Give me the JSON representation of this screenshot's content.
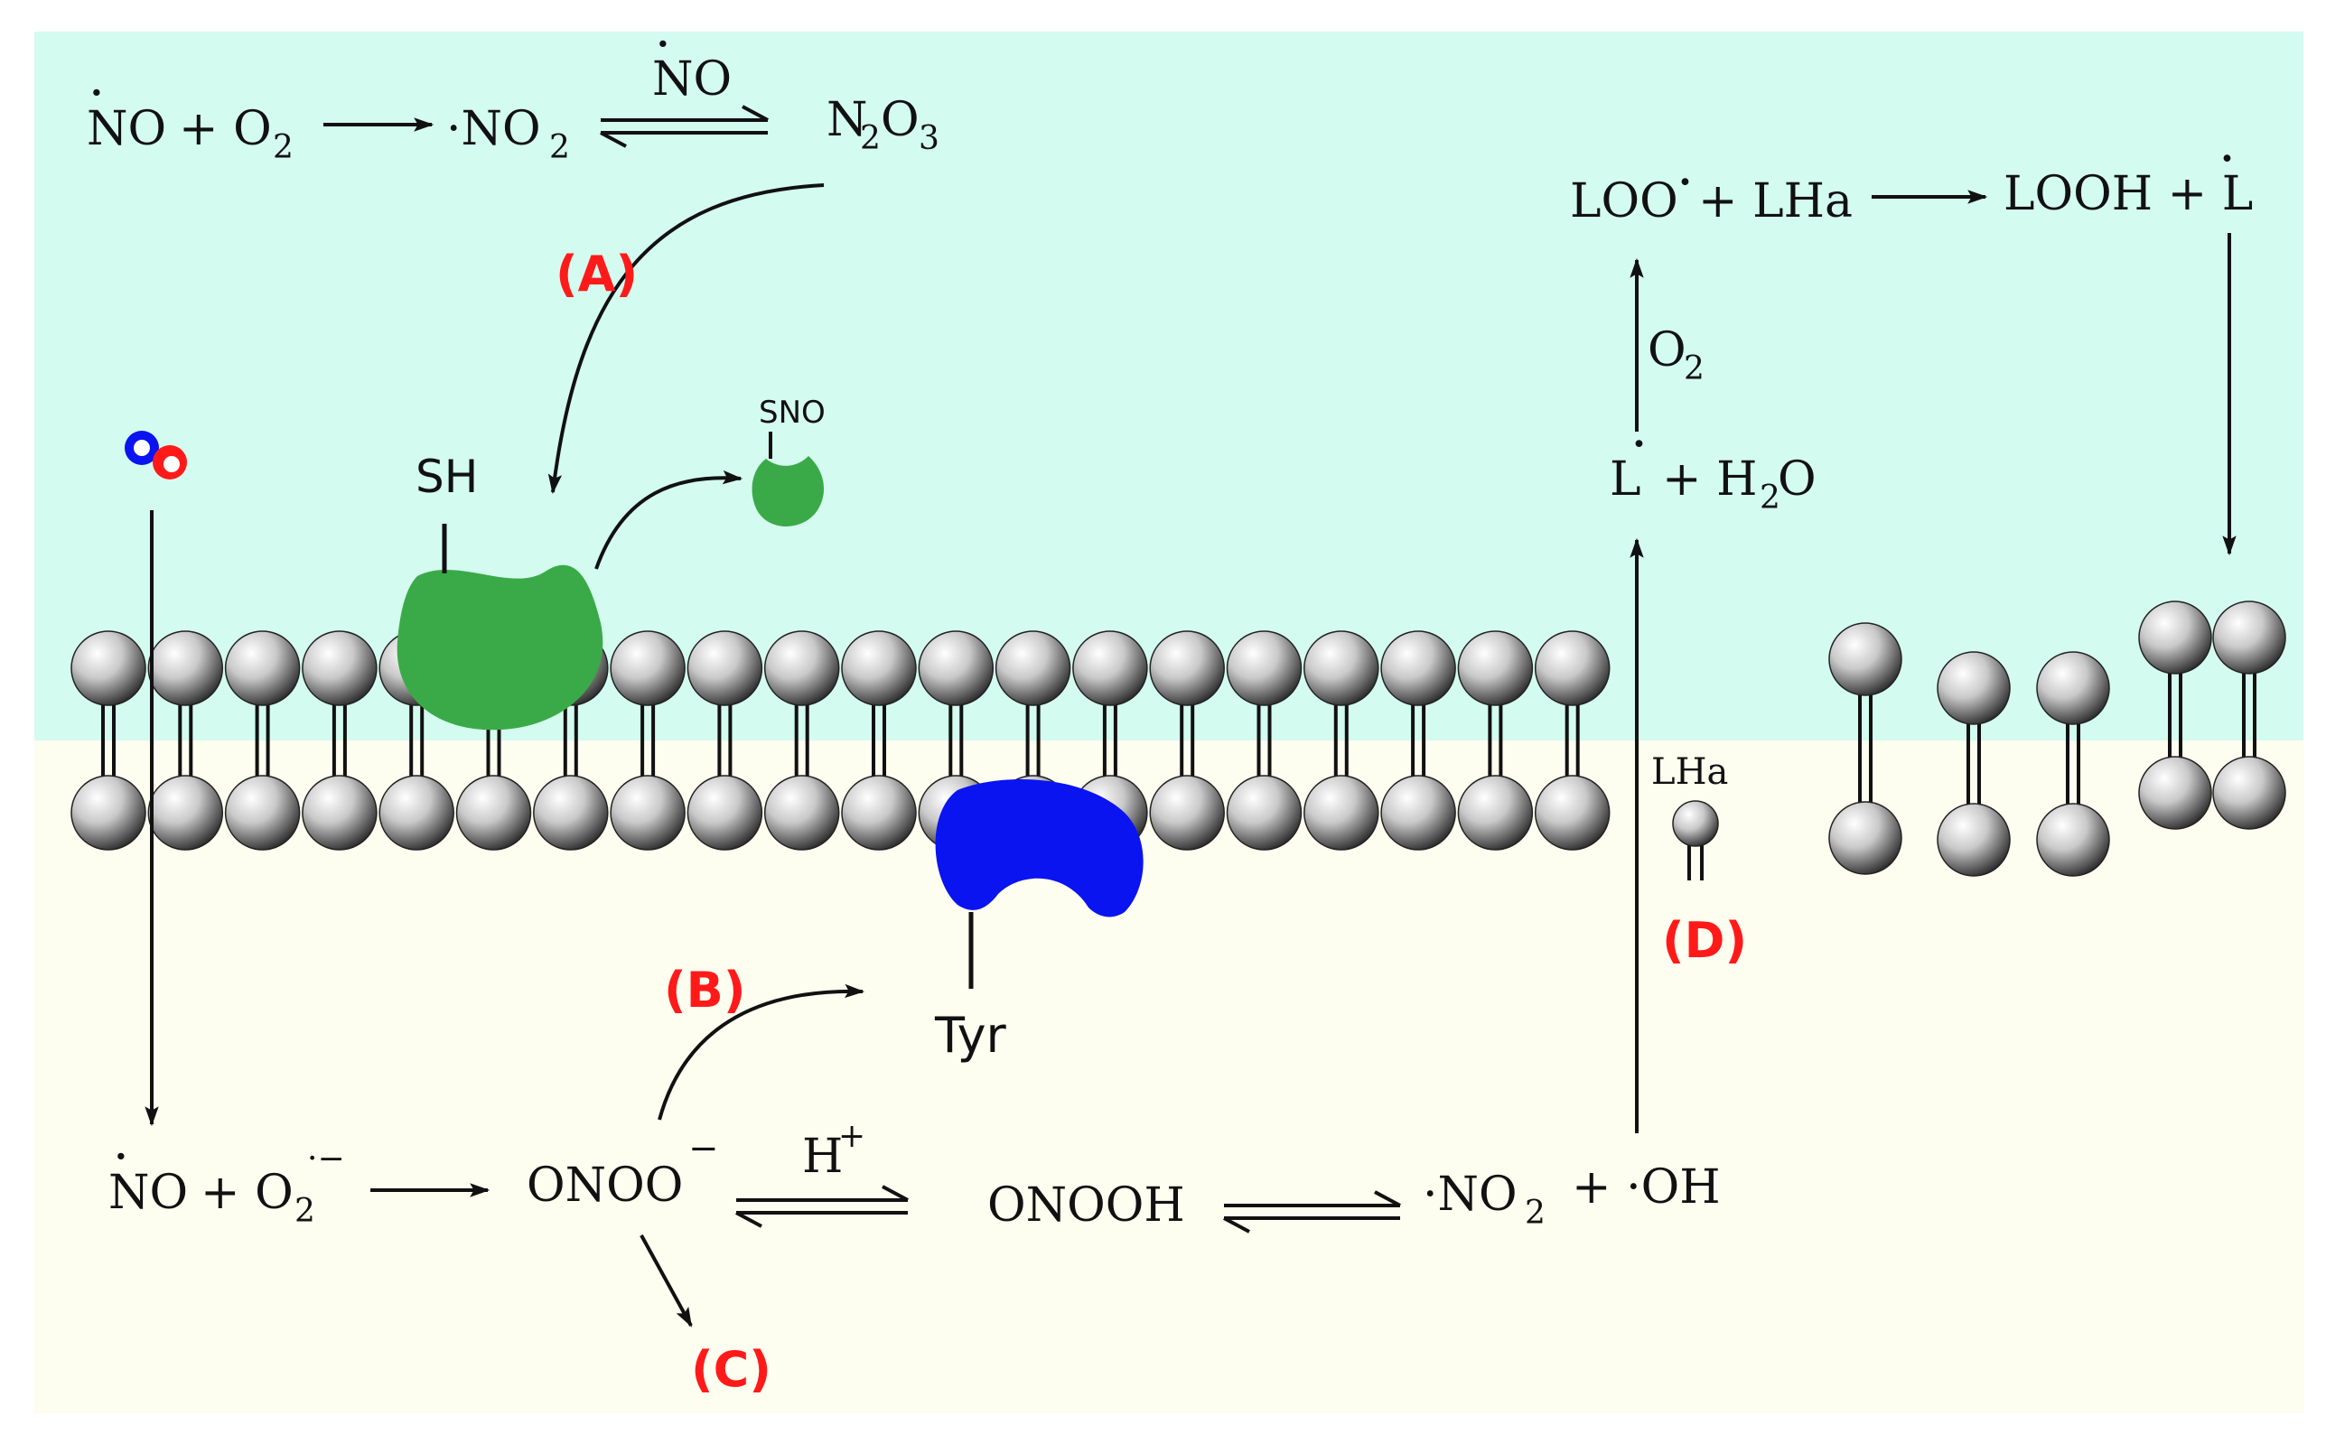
{
  "colors": {
    "extracellular": "#d4fbef",
    "intracellular": "#fdfdf0",
    "red_label": "#ff1a1a",
    "green_protein": "#3aaa48",
    "blue_protein": "#0a14f0",
    "arrow": "#111111"
  },
  "labels": {
    "A": "(A)",
    "B": "(B)",
    "C": "(C)",
    "D": "(D)",
    "SH": "SH",
    "SNO": "SNO",
    "Tyr": "Tyr",
    "LHa_small": "LHa"
  },
  "top_row": {
    "no_dot": "·",
    "no": "NO",
    "plus_o": "+ O",
    "sub2": "2",
    "no2_rad": "·NO",
    "no2_sub": "2",
    "no_over_dot": "·",
    "no_over": "NO",
    "n2o3_n": "N",
    "n2o3_2": "2",
    "n2o3_o": "O",
    "n2o3_3": "3"
  },
  "right_chain": {
    "loo": "LOO",
    "loo_dot": "·",
    "plus_lha": "+ LHa",
    "looh": "LOOH + L",
    "looh_dot": "·",
    "o": "O",
    "o_sub": "2",
    "l": "L",
    "l_dot": "·",
    "plus_h": "+ H",
    "h_sub": "2",
    "h_o": "O"
  },
  "bottom_row": {
    "no_dot": "·",
    "no": "NO",
    "plus_o": "+ O",
    "o_sub": "2",
    "o_sup": "·−",
    "onoo": "ONOO",
    "onoo_sup": "−",
    "h": "H",
    "h_sup": "+",
    "onooh": "ONOOH",
    "no2": "·NO",
    "no2_sub": "2",
    "plus_oh": "+ ·OH"
  }
}
